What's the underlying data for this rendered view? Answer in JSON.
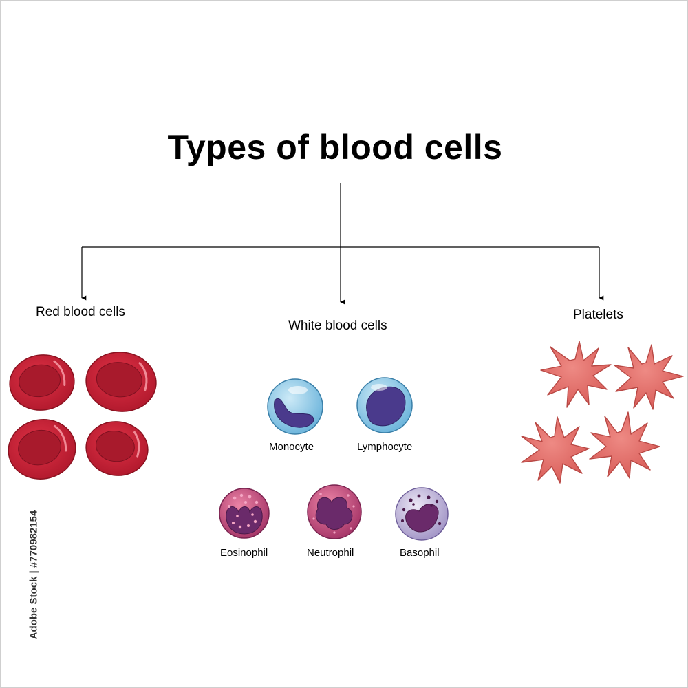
{
  "title": "Types of blood cells",
  "categories": {
    "red": {
      "label": "Red blood cells"
    },
    "white": {
      "label": "White blood cells"
    },
    "platelets": {
      "label": "Platelets"
    }
  },
  "white_cells": [
    {
      "label": "Monocyte"
    },
    {
      "label": "Lymphocyte"
    },
    {
      "label": "Eosinophil"
    },
    {
      "label": "Neutrophil"
    },
    {
      "label": "Basophil"
    }
  ],
  "stock_id": "Adobe Stock | #770982154",
  "colors": {
    "rbc": "#c81e34",
    "rbc_dark": "#9a1526",
    "agranulocyte_cytoplasm": "#8ccbea",
    "agranulocyte_nucleus": "#4a3a8c",
    "granulocyte_cytoplasm": "#d85a88",
    "granulocyte_nucleus": "#6a2a6a",
    "basophil_cytoplasm": "#c8bedf",
    "platelet": "#e3706c",
    "platelet_edge": "#c0504c"
  }
}
